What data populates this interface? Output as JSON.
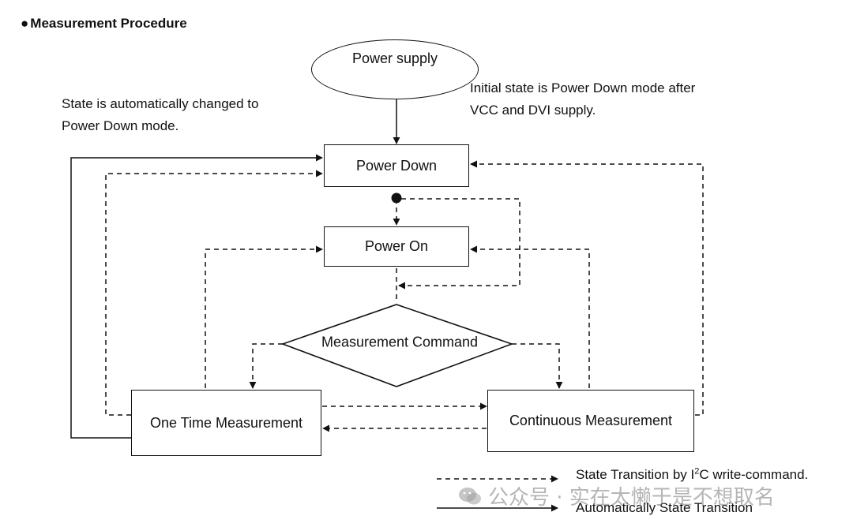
{
  "heading": {
    "bullet": "●",
    "title": "Measurement Procedure"
  },
  "notes": {
    "auto_change_line1": "State is automatically changed to",
    "auto_change_line2": "Power Down mode.",
    "initial_line1": "Initial state is Power Down mode after",
    "initial_line2": "VCC and DVI supply."
  },
  "nodes": {
    "power_supply": "Power supply",
    "power_down": "Power Down",
    "power_on": "Power On",
    "measurement_command": "Measurement Command",
    "one_time": "One Time Measurement",
    "continuous": "Continuous Measurement"
  },
  "legend": {
    "dashed_before": "State Transition by I",
    "dashed_sup": "2",
    "dashed_after": "C write-command.",
    "solid": "Automatically State Transition"
  },
  "watermark": {
    "text": "公众号 · 实在太懒于是不想取名"
  },
  "colors": {
    "line": "#111111",
    "watermark": "#8a8a8a"
  }
}
